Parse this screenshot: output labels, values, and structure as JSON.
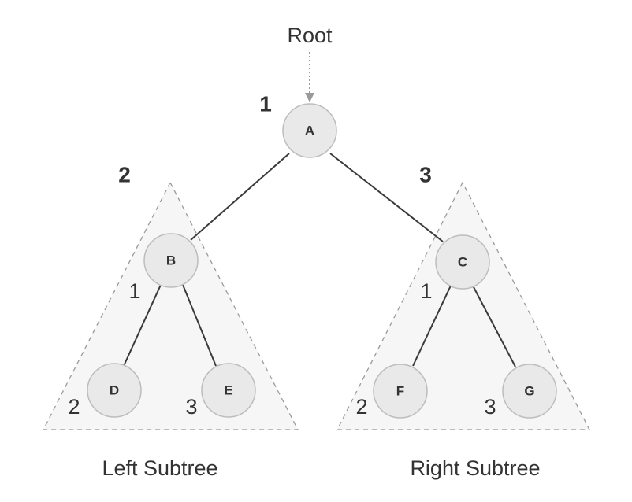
{
  "diagram": {
    "root_label": "Root",
    "nodes": {
      "A": "A",
      "B": "B",
      "C": "C",
      "D": "D",
      "E": "E",
      "F": "F",
      "G": "G"
    },
    "order_labels": {
      "A": "1",
      "left_subtree": "2",
      "right_subtree": "3",
      "B": "1",
      "D": "2",
      "E": "3",
      "C": "1",
      "F": "2",
      "G": "3"
    },
    "captions": {
      "left": "Left Subtree",
      "right": "Right Subtree"
    }
  }
}
